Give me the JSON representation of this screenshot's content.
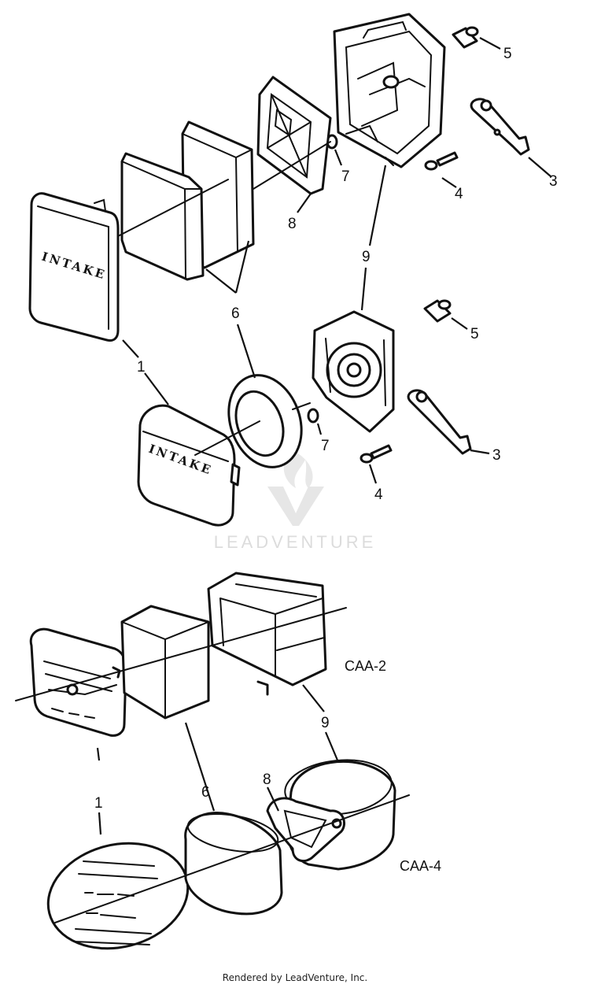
{
  "callouts": {
    "c1": "1",
    "c3": "3",
    "c4": "4",
    "c5": "5",
    "c6": "6",
    "c7": "7",
    "c8": "8",
    "c9": "9"
  },
  "assembly_codes": {
    "square": "CAA-2",
    "round": "CAA-4"
  },
  "cover_lettering": {
    "intake": "INTAKE"
  },
  "watermark": {
    "text": "LEADVENTURE"
  },
  "footer": {
    "text": "Rendered by LeadVenture, Inc."
  }
}
